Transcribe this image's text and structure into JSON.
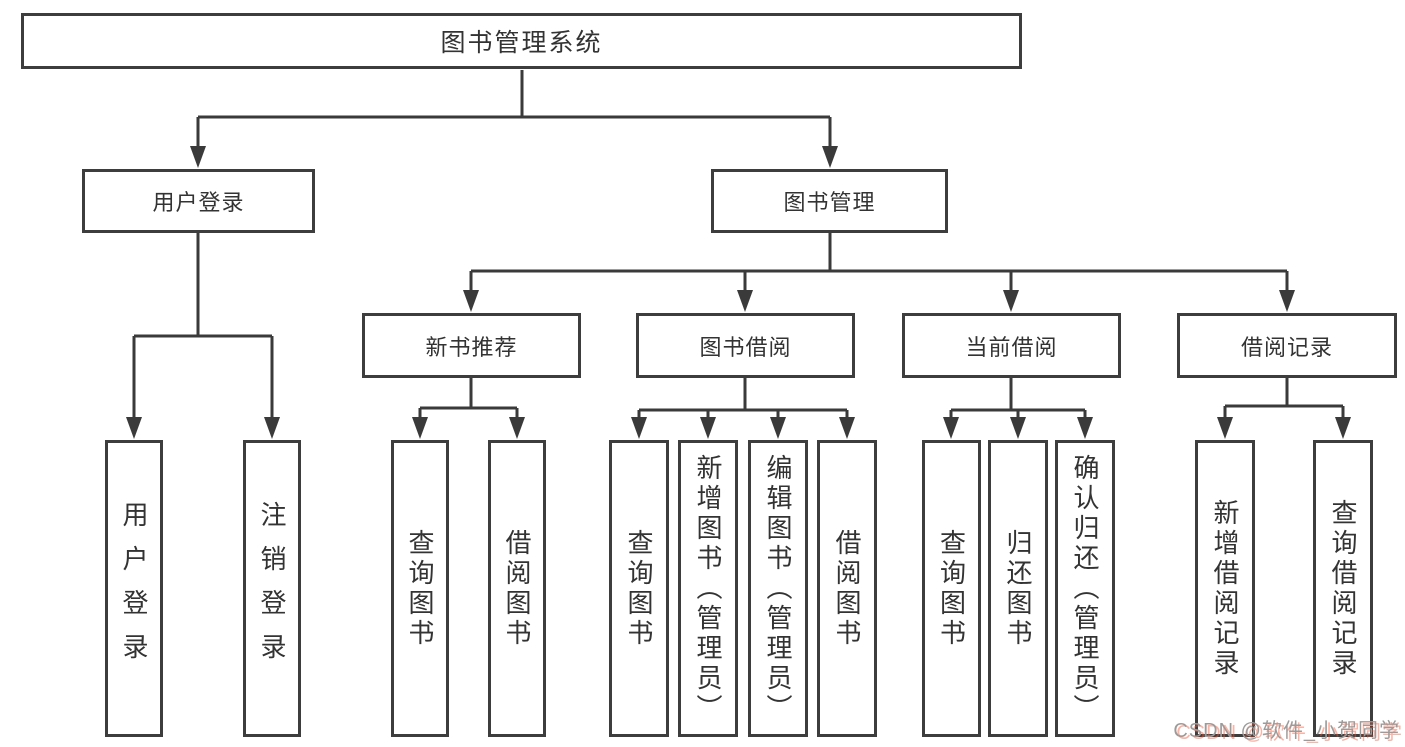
{
  "diagram": {
    "root": {
      "label": "图书管理系统"
    },
    "branches": {
      "user_login": {
        "label": "用户登录"
      },
      "book_mgmt": {
        "label": "图书管理"
      }
    },
    "modules": {
      "new_rec": {
        "label": "新书推荐"
      },
      "borrow": {
        "label": "图书借阅"
      },
      "current": {
        "label": "当前借阅"
      },
      "record": {
        "label": "借阅记录"
      }
    },
    "leaves": {
      "login_user": {
        "label": "用户登录"
      },
      "login_logout": {
        "label": "注销登录"
      },
      "rec_query": {
        "label": "查询图书"
      },
      "rec_borrow": {
        "label": "借阅图书"
      },
      "bor_query": {
        "label": "查询图书"
      },
      "bor_add": {
        "label": "新增图书（管理员）"
      },
      "bor_edit": {
        "label": "编辑图书（管理员）"
      },
      "bor_borrow": {
        "label": "借阅图书"
      },
      "cur_query": {
        "label": "查询图书"
      },
      "cur_return": {
        "label": "归还图书"
      },
      "cur_confirm": {
        "label": "确认归还（管理员）"
      },
      "log_add": {
        "label": "新增借阅记录"
      },
      "log_query": {
        "label": "查询借阅记录"
      }
    },
    "structure": {
      "图书管理系统": [
        "用户登录",
        "图书管理"
      ],
      "用户登录": [
        "用户登录",
        "注销登录"
      ],
      "图书管理": [
        "新书推荐",
        "图书借阅",
        "当前借阅",
        "借阅记录"
      ],
      "新书推荐": [
        "查询图书",
        "借阅图书"
      ],
      "图书借阅": [
        "查询图书",
        "新增图书（管理员）",
        "编辑图书（管理员）",
        "借阅图书"
      ],
      "当前借阅": [
        "查询图书",
        "归还图书",
        "确认归还（管理员）"
      ],
      "借阅记录": [
        "新增借阅记录",
        "查询借阅记录"
      ]
    }
  },
  "watermark": {
    "text": "CSDN @软件_小贺同学"
  },
  "colors": {
    "line": "#3a3a3a",
    "box_border": "#3d3d3d",
    "text": "#333333",
    "background": "#ffffff",
    "watermark_gray": "#9b9b9b",
    "watermark_accent": "#fc5531"
  }
}
